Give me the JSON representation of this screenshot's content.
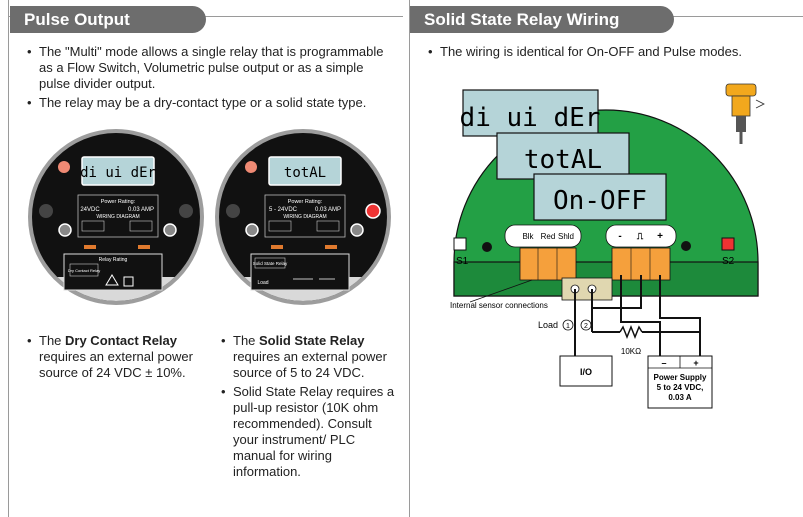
{
  "left": {
    "title": "Pulse Output",
    "bullets": [
      "The \"Multi\" mode allows a single relay that is programmable as a Flow Switch, Volumetric pulse output or as a simple pulse divider output.",
      "The relay may be a dry-contact type or a solid state type."
    ],
    "meter1": {
      "display": "di ui dEr",
      "power_rating_title": "Power Rating:",
      "power_rating_value": "24VDC",
      "power_rating_current": "0.03 AMP",
      "wiring_title": "WIRING DIAGRAM",
      "relay_title": "Relay Rating",
      "relay_box": "Dry Contact Relay"
    },
    "meter2": {
      "display": "totAL",
      "power_rating_title": "Power Rating:",
      "power_rating_value": "5 - 24VDC",
      "power_rating_current": "0.03 AMP",
      "wiring_title": "WIRING DIAGRAM",
      "relay_box": "Solid State Relay",
      "load_label": "Load"
    },
    "dry_contact": {
      "prefix": "The ",
      "bold": "Dry Contact Relay",
      "suffix": " requires an external power source of 24 VDC ± 10%."
    },
    "solid_state": {
      "prefix": "The ",
      "bold": "Solid State Relay",
      "suffix": " requires an external power source of 5 to 24 VDC."
    },
    "solid_state_note": "Solid State Relay requires a pull-up resistor (10K ohm recommended). Consult your instrument/ PLC manual for wiring information."
  },
  "right": {
    "title": "Solid State Relay Wiring",
    "bullet": "The wiring is identical for On-OFF and Pulse modes.",
    "displays": [
      "di ui dEr",
      "totAL",
      "On-OFF"
    ],
    "switch_left": "S1",
    "switch_right": "S2",
    "terminal_labels": [
      "Blk",
      "Red",
      "Shld"
    ],
    "power_terminal_labels": [
      "-",
      "⎍",
      "+"
    ],
    "sensor_label": "Internal sensor connections",
    "load_label": "Load",
    "circle_1": "1",
    "circle_2": "2",
    "resistor_label": "10KΩ",
    "io_label": "I/O",
    "psu_minus": "–",
    "psu_plus": "+",
    "psu_line1": "Power Supply",
    "psu_line2": "5 to 24 VDC,",
    "psu_line3": "0.03 A"
  }
}
